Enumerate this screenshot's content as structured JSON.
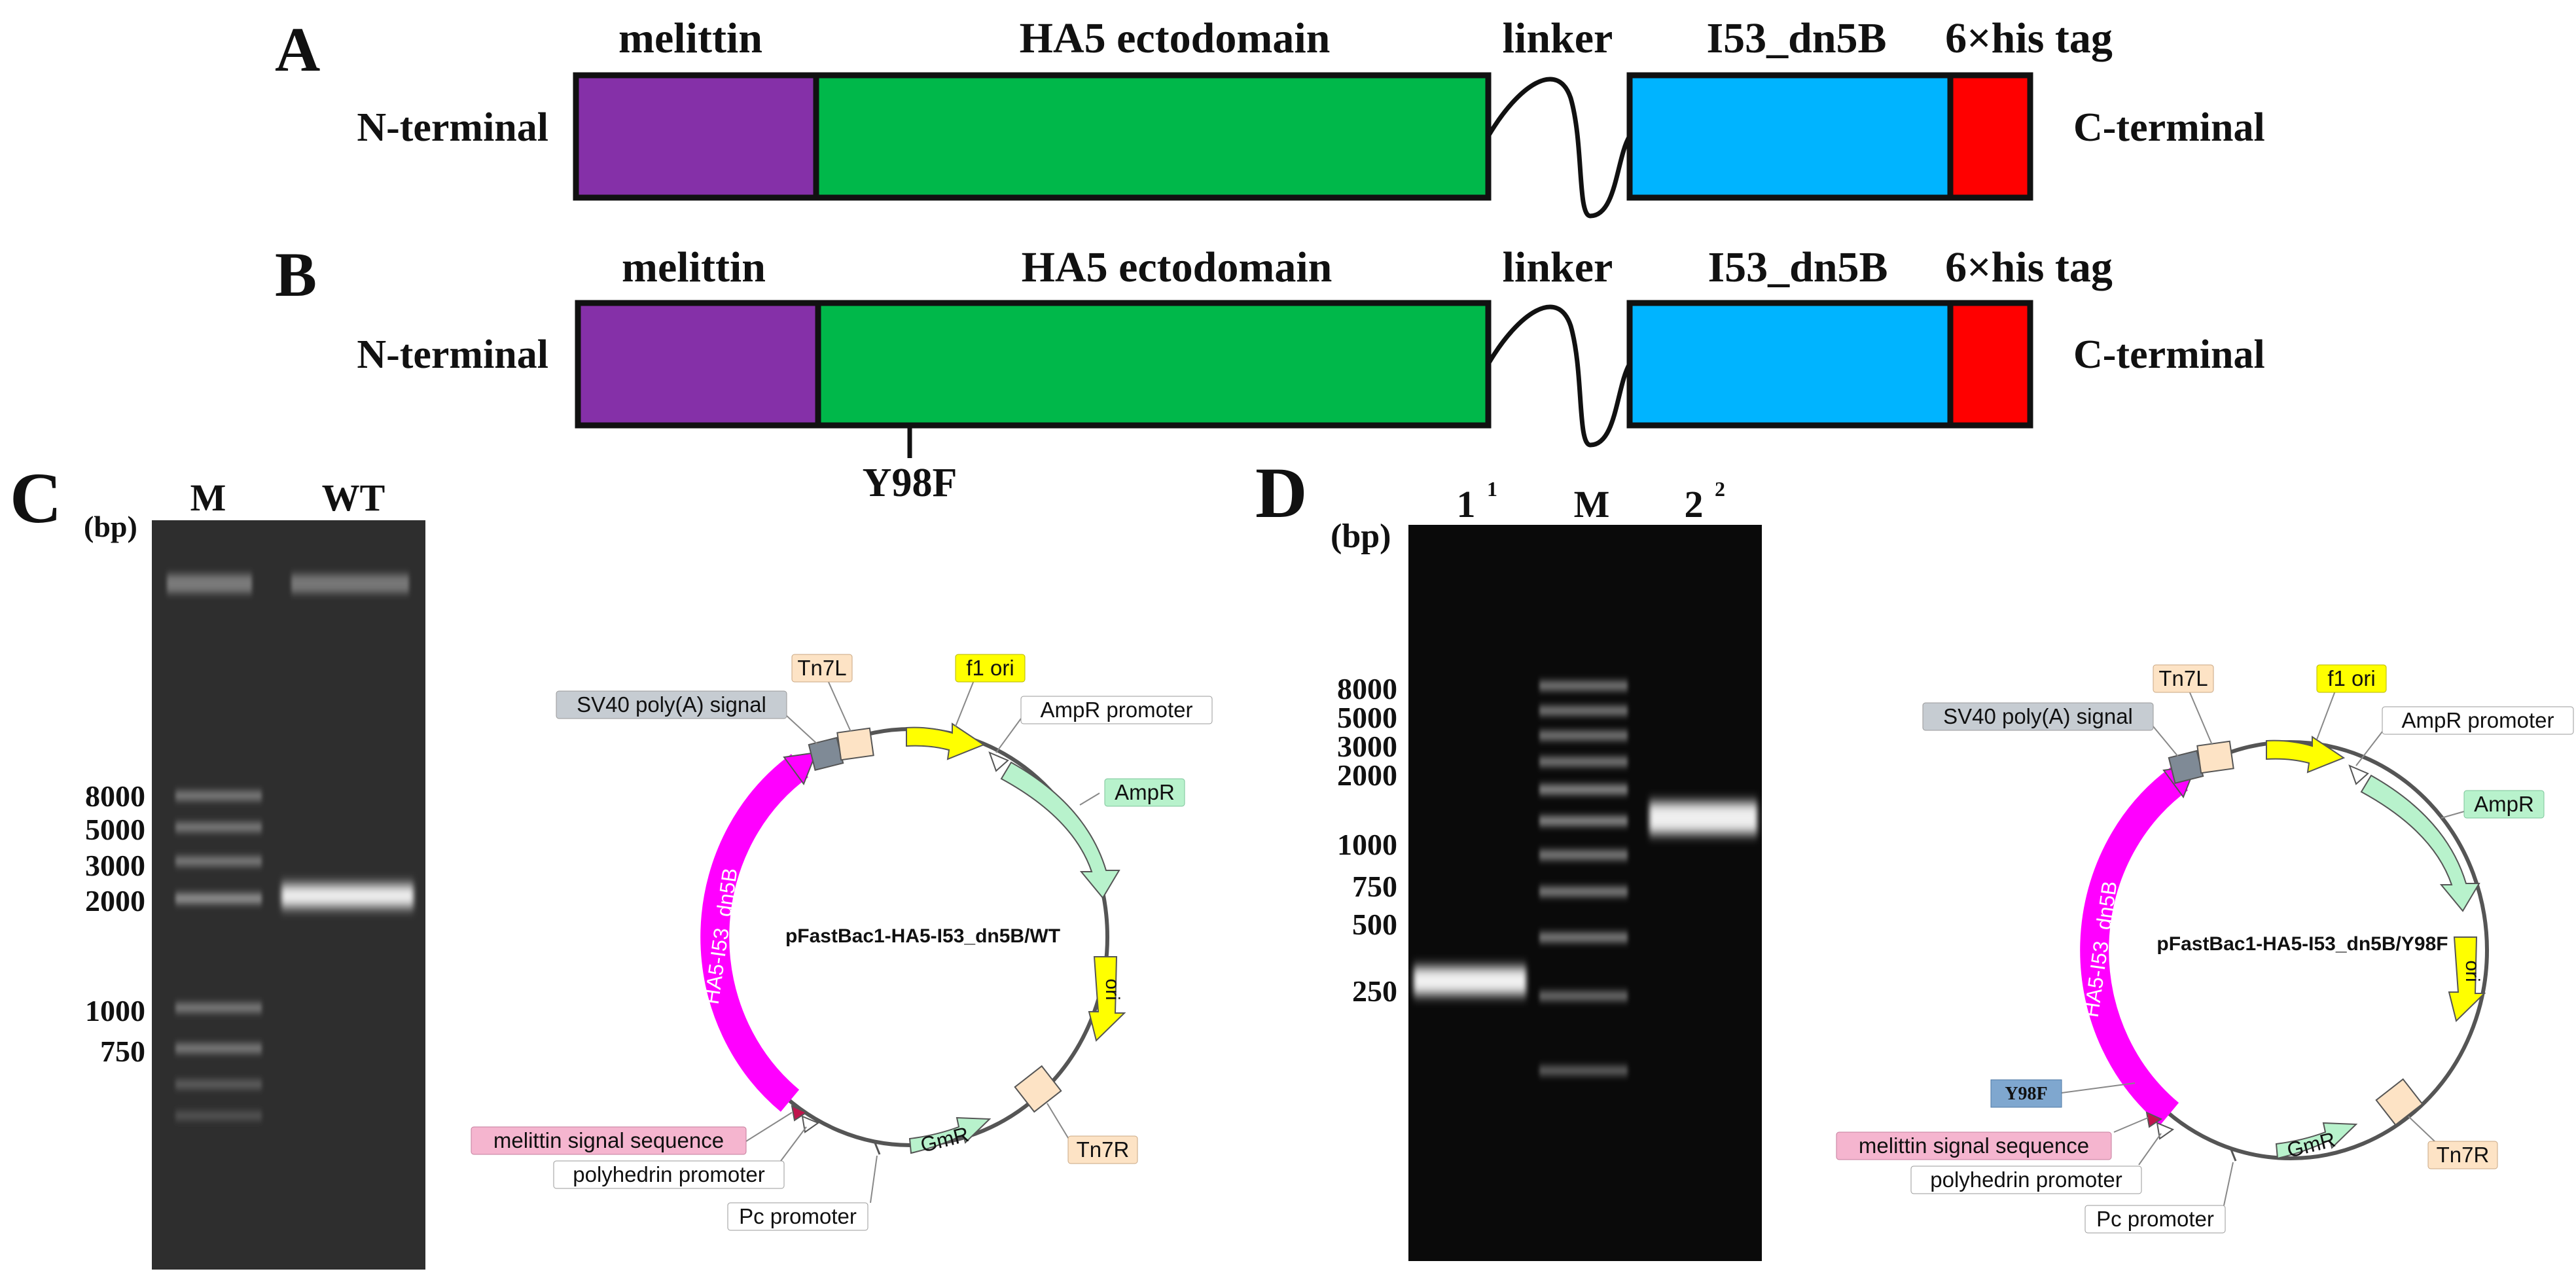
{
  "colors": {
    "melittin": "#8530a8",
    "ha5": "#00b84a",
    "i53": "#00b4ff",
    "his": "#ff0000",
    "outline": "#111111",
    "plasmid_magenta": "#ff00ff",
    "plasmid_yellow": "#ffff00",
    "plasmid_mint": "#b8f2cc",
    "tn7_peach": "#fde3c5",
    "sv40_gray": "#c6ccd2",
    "melittin_sig_pink": "#f5b5cf",
    "y98f_blue": "#7fa7cf",
    "gel_c_bg": "#2e2e2e",
    "gel_d_bg": "#0a0a0a"
  },
  "panels": {
    "a": {
      "label": "A",
      "n_term": "N-terminal",
      "c_term": "C-terminal",
      "segments": {
        "melittin": "melittin",
        "ha5": "HA5 ectodomain",
        "linker": "linker",
        "i53": "I53_dn5B",
        "his": "6×his tag"
      }
    },
    "b": {
      "label": "B",
      "n_term": "N-terminal",
      "c_term": "C-terminal",
      "segments": {
        "melittin": "melittin",
        "ha5": "HA5 ectodomain",
        "linker": "linker",
        "i53": "I53_dn5B",
        "his": "6×his tag"
      },
      "mutation": "Y98F"
    },
    "c": {
      "label": "C",
      "bp_label": "(bp)",
      "lanes": [
        "M",
        "WT"
      ],
      "ladder_labels": [
        "8000",
        "5000",
        "3000",
        "2000",
        "1000",
        "750"
      ],
      "plasmid": {
        "name": "pFastBac1-HA5-I53_dn5B/WT",
        "features": {
          "sv40": "SV40 poly(A) signal",
          "tn7l": "Tn7L",
          "f1ori": "f1 ori",
          "ampr_promoter": "AmpR promoter",
          "ampr": "AmpR",
          "ori": "ori",
          "tn7r": "Tn7R",
          "gmr": "GmR",
          "pc_promoter": "Pc promoter",
          "polyhedrin": "polyhedrin promoter",
          "melittin_sig": "melittin signal sequence",
          "insert": "HA5-I53_dn5B"
        }
      }
    },
    "d": {
      "label": "D",
      "bp_label": "(bp)",
      "lanes": [
        "1",
        "M",
        "2"
      ],
      "lane_superscripts": [
        "1",
        "2"
      ],
      "ladder_labels": [
        "8000",
        "5000",
        "3000",
        "2000",
        "1000",
        "750",
        "500",
        "250"
      ],
      "plasmid": {
        "name": "pFastBac1-HA5-I53_dn5B/Y98F",
        "mutation": "Y98F",
        "features": {
          "sv40": "SV40 poly(A) signal",
          "tn7l": "Tn7L",
          "f1ori": "f1 ori",
          "ampr_promoter": "AmpR promoter",
          "ampr": "AmpR",
          "ori": "ori",
          "tn7r": "Tn7R",
          "gmr": "GmR",
          "pc_promoter": "Pc promoter",
          "polyhedrin": "polyhedrin promoter",
          "melittin_sig": "melittin signal sequence",
          "insert": "HA5-I53_dn5B"
        }
      }
    }
  }
}
